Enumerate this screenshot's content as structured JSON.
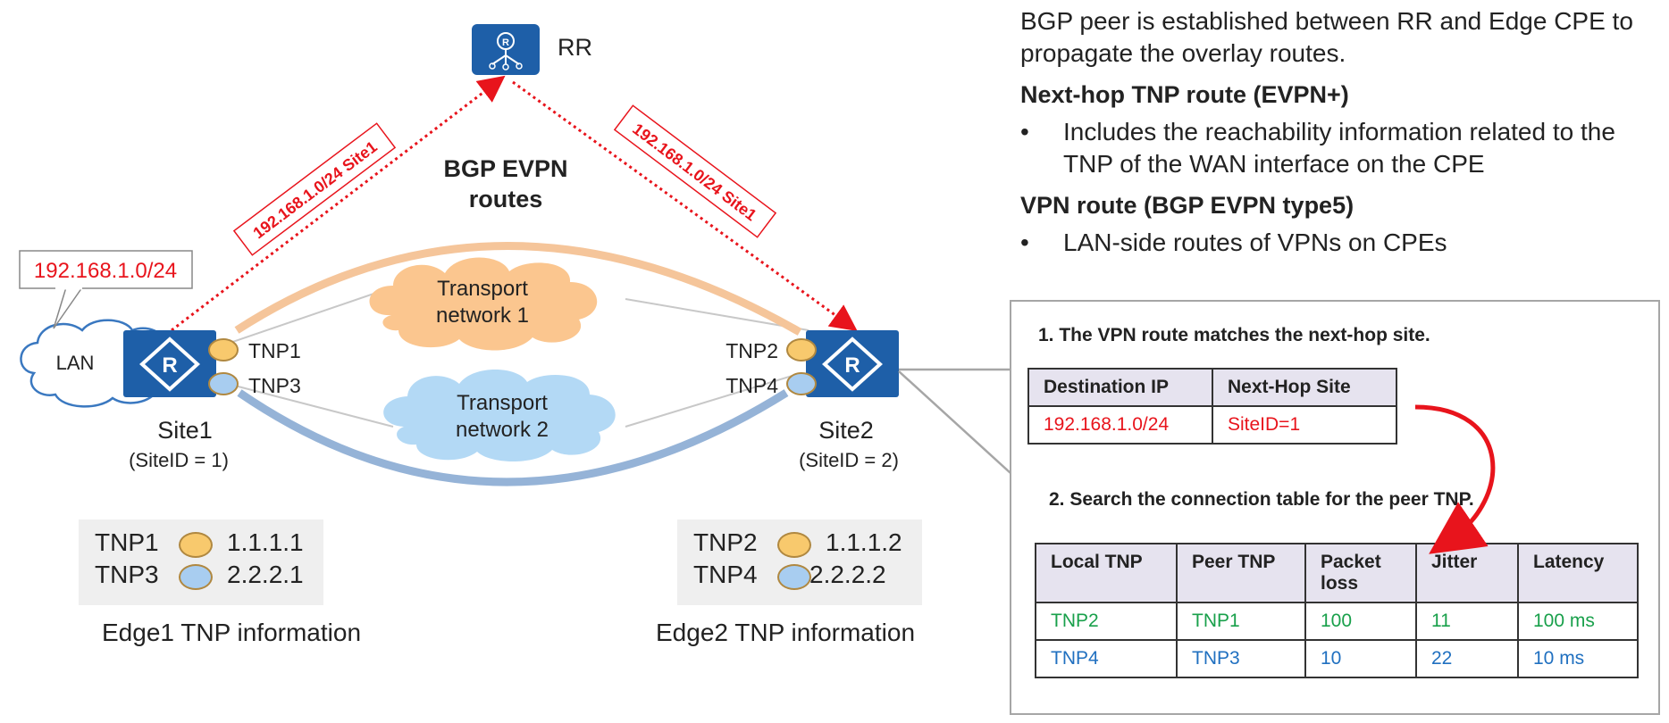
{
  "diagram": {
    "rr_label": "RR",
    "bgp_label_line1": "BGP EVPN",
    "bgp_label_line2": "routes",
    "route_tag_left": "192.168.1.0/24 Site1",
    "route_tag_right": "192.168.1.0/24 Site1",
    "lan_prefix": "192.168.1.0/24",
    "lan_label": "LAN",
    "transport1_line1": "Transport",
    "transport1_line2": "network 1",
    "transport2_line1": "Transport",
    "transport2_line2": "network 2",
    "site1": {
      "name": "Site1",
      "id": "(SiteID = 1)",
      "tnp_a": "TNP1",
      "tnp_b": "TNP3"
    },
    "site2": {
      "name": "Site2",
      "id": "(SiteID = 2)",
      "tnp_a": "TNP2",
      "tnp_b": "TNP4"
    },
    "edge1": {
      "rows": [
        {
          "tnp": "TNP1",
          "ip": "1.1.1.1"
        },
        {
          "tnp": "TNP3",
          "ip": "2.2.2.1"
        }
      ],
      "caption": "Edge1 TNP information"
    },
    "edge2": {
      "rows": [
        {
          "tnp": "TNP2",
          "ip": "1.1.1.2"
        },
        {
          "tnp": "TNP4",
          "ip": "2.2.2.2"
        }
      ],
      "caption": "Edge2 TNP information"
    },
    "colors": {
      "router_blue": "#1e5fa8",
      "route_red": "#e8141c",
      "orange_path": "#f5c59a",
      "blue_path": "#95b3d7",
      "cloud_orange": "#fbc68f",
      "cloud_blue": "#b3d9f5",
      "tnp_orange": "#f8c96d",
      "tnp_blue": "#a8cdf0"
    }
  },
  "description": {
    "intro": "BGP peer is established between RR and Edge CPE to propagate the overlay routes.",
    "section1_heading": "Next-hop TNP route (EVPN+)",
    "section1_bullet": "Includes the reachability information related to the TNP of the WAN interface on the CPE",
    "section2_heading": "VPN route (BGP EVPN type5)",
    "section2_bullet": "LAN-side routes of VPNs on CPEs",
    "bullet_char": "•"
  },
  "lookup": {
    "step1_title": "1. The VPN route matches the next-hop site.",
    "route_table": {
      "headers": [
        "Destination IP",
        "Next-Hop Site"
      ],
      "rows": [
        [
          "192.168.1.0/24",
          "SiteID=1"
        ]
      ]
    },
    "step2_title": "2. Search the connection table for the peer TNP.",
    "conn_table": {
      "headers": [
        "Local TNP",
        "Peer TNP",
        "Packet loss",
        "Jitter",
        "Latency"
      ],
      "rows": [
        [
          "TNP2",
          "TNP1",
          "100",
          "11",
          "100 ms"
        ],
        [
          "TNP4",
          "TNP3",
          "10",
          "22",
          "10 ms"
        ]
      ]
    },
    "colors": {
      "row1": "#19a04b",
      "row2": "#2070c0",
      "route_row": "#e8141c"
    }
  }
}
